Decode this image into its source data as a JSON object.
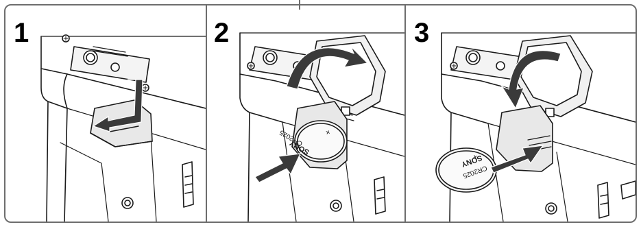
{
  "steps": [
    {
      "number": "1"
    },
    {
      "number": "2"
    },
    {
      "number": "3"
    }
  ],
  "battery": {
    "brand": "SONY",
    "model": "CR2025",
    "polarity": "+"
  },
  "colors": {
    "frame": "#6d6d6d",
    "device_shade": "#e8e8e8",
    "ink": "#1a1a1a"
  }
}
